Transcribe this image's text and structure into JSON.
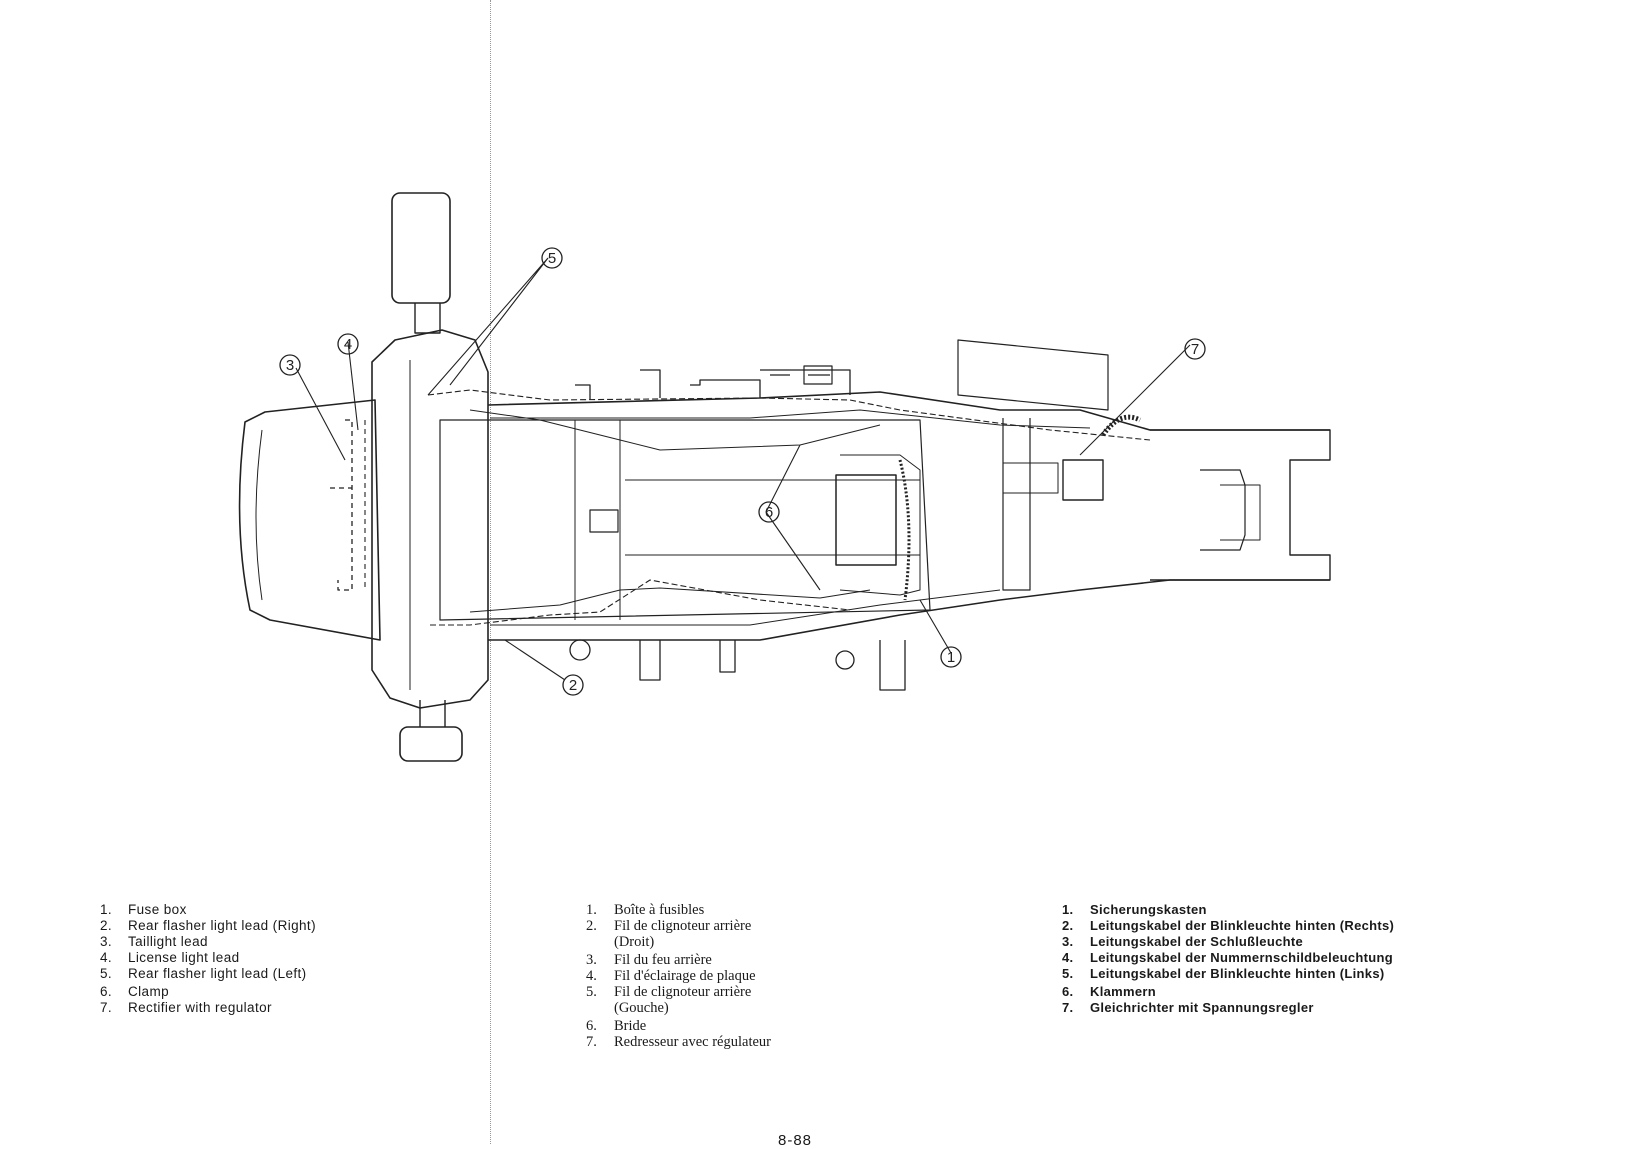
{
  "diagram": {
    "callouts": [
      {
        "id": "1",
        "label": "①"
      },
      {
        "id": "2",
        "label": "②"
      },
      {
        "id": "3",
        "label": "③"
      },
      {
        "id": "4",
        "label": "④"
      },
      {
        "id": "5",
        "label": "⑤"
      },
      {
        "id": "6",
        "label": "⑥"
      },
      {
        "id": "7",
        "label": "⑦"
      }
    ]
  },
  "legend_en": [
    {
      "num": "1.",
      "text": "Fuse box"
    },
    {
      "num": "2.",
      "text": "Rear flasher light lead (Right)"
    },
    {
      "num": "3.",
      "text": "Taillight lead"
    },
    {
      "num": "4.",
      "text": "License light lead"
    },
    {
      "num": "5.",
      "text": "Rear flasher light lead (Left)"
    },
    {
      "num": "6.",
      "text": "Clamp"
    },
    {
      "num": "7.",
      "text": "Rectifier with regulator"
    }
  ],
  "legend_fr": [
    {
      "num": "1.",
      "text": "Boîte à fusibles"
    },
    {
      "num": "2.",
      "text": "Fil de clignoteur arrière\n(Droit)"
    },
    {
      "num": "3.",
      "text": "Fil du feu arrière"
    },
    {
      "num": "4.",
      "text": "Fil d'éclairage de plaque"
    },
    {
      "num": "5.",
      "text": "Fil de clignoteur arrière\n(Gouche)"
    },
    {
      "num": "6.",
      "text": "Bride"
    },
    {
      "num": "7.",
      "text": "Redresseur avec régulateur"
    }
  ],
  "legend_de": [
    {
      "num": "1.",
      "text": "Sicherungskasten"
    },
    {
      "num": "2.",
      "text": "Leitungskabel der Blinkleuchte hinten (Rechts)"
    },
    {
      "num": "3.",
      "text": "Leitungskabel der Schlußleuchte"
    },
    {
      "num": "4.",
      "text": "Leitungskabel der Nummernschildbeleuchtung"
    },
    {
      "num": "5.",
      "text": "Leitungskabel der Blinkleuchte hinten (Links)"
    },
    {
      "num": "6.",
      "text": "Klammern"
    },
    {
      "num": "7.",
      "text": "Gleichrichter mit Spannungsregler"
    }
  ],
  "page_number": "8-88"
}
